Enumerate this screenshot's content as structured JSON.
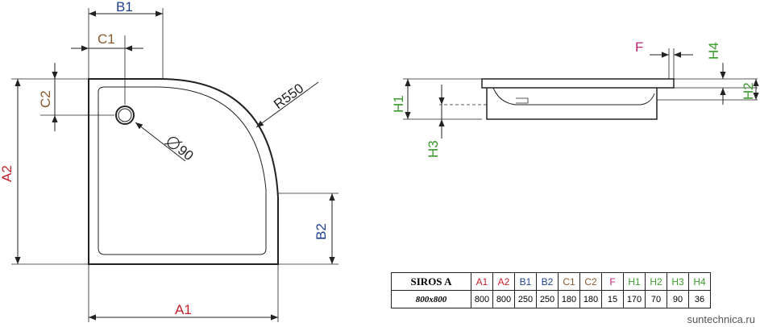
{
  "labels": {
    "A1": "A1",
    "A2": "A2",
    "B1": "B1",
    "B2": "B2",
    "C1": "C1",
    "C2": "C2",
    "R": "R550",
    "D": "90",
    "F": "F",
    "H1": "H1",
    "H2": "H2",
    "H3": "H3",
    "H4": "H4"
  },
  "colors": {
    "A": "#c0202a",
    "B": "#1f3f8f",
    "C": "#8a5a2b",
    "F": "#c0207a",
    "H": "#3a9a2a",
    "line": "#222222"
  },
  "table": {
    "model": "SIROS A",
    "size": "800x800",
    "headers": [
      "A1",
      "A2",
      "B1",
      "B2",
      "C1",
      "C2",
      "F",
      "H1",
      "H2",
      "H3",
      "H4"
    ],
    "values": [
      "800",
      "800",
      "250",
      "250",
      "180",
      "180",
      "15",
      "170",
      "70",
      "90",
      "36"
    ]
  },
  "watermark": "suntechnica.ru"
}
